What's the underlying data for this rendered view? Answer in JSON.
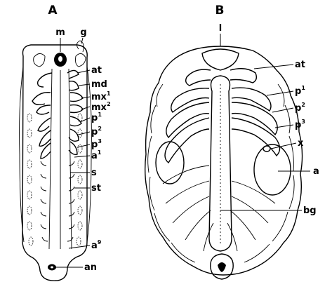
{
  "panels": [
    {
      "letter": "A",
      "labels": {
        "m": "m",
        "g": "g",
        "at": "at",
        "md": "md",
        "mx1": "mx",
        "mx1_sup": "1",
        "mx2": "mx",
        "mx2_sup": "2",
        "p1": "p",
        "p1_sup": "1",
        "p2": "p",
        "p2_sup": "2",
        "p3": "p",
        "p3_sup": "3",
        "a1": "a",
        "a1_sup": "1",
        "s": "s",
        "st": "st",
        "a9": "a",
        "a9_sup": "9",
        "an": "an"
      }
    },
    {
      "letter": "B",
      "labels": {
        "l": "l",
        "at": "at",
        "p1": "p",
        "p1_sup": "1",
        "p2": "p",
        "p2_sup": "2",
        "p3": "p",
        "p3_sup": "3",
        "x": "x",
        "a": "a",
        "bg": "bg"
      }
    }
  ]
}
